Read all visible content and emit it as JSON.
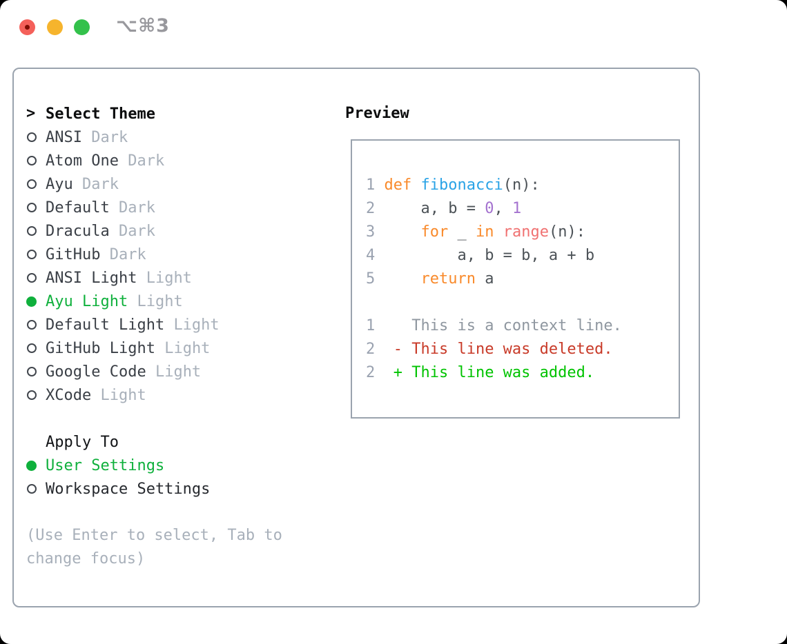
{
  "titlebar": {
    "title": "⌥⌘3"
  },
  "theme_panel": {
    "header": "Select Theme",
    "prompt": ">",
    "items": [
      {
        "label": "ANSI",
        "variant": "Dark",
        "selected": false
      },
      {
        "label": "Atom One",
        "variant": "Dark",
        "selected": false
      },
      {
        "label": "Ayu",
        "variant": "Dark",
        "selected": false
      },
      {
        "label": "Default",
        "variant": "Dark",
        "selected": false
      },
      {
        "label": "Dracula",
        "variant": "Dark",
        "selected": false
      },
      {
        "label": "GitHub",
        "variant": "Dark",
        "selected": false
      },
      {
        "label": "ANSI Light",
        "variant": "Light",
        "selected": false
      },
      {
        "label": "Ayu Light",
        "variant": "Light",
        "selected": true
      },
      {
        "label": "Default Light",
        "variant": "Light",
        "selected": false
      },
      {
        "label": "GitHub Light",
        "variant": "Light",
        "selected": false
      },
      {
        "label": "Google Code",
        "variant": "Light",
        "selected": false
      },
      {
        "label": "XCode",
        "variant": "Light",
        "selected": false
      }
    ]
  },
  "apply_to": {
    "header": "Apply To",
    "options": [
      {
        "label": "User Settings",
        "selected": true
      },
      {
        "label": "Workspace Settings",
        "selected": false
      }
    ]
  },
  "help_text": "(Use Enter to select, Tab to change focus)",
  "preview": {
    "title": "Preview",
    "code_lines": [
      {
        "num": "1",
        "tokens": [
          [
            " ",
            "pl"
          ],
          [
            "def",
            "kw"
          ],
          [
            " ",
            "pl"
          ],
          [
            "fibonacci",
            "fn"
          ],
          [
            "(n):",
            "pl"
          ]
        ]
      },
      {
        "num": "2",
        "tokens": [
          [
            "     a, b = ",
            "pl"
          ],
          [
            "0",
            "num"
          ],
          [
            ", ",
            "pl"
          ],
          [
            "1",
            "num"
          ]
        ]
      },
      {
        "num": "3",
        "tokens": [
          [
            "     ",
            "pl"
          ],
          [
            "for",
            "kw"
          ],
          [
            " _ ",
            "pl"
          ],
          [
            "in",
            "kw"
          ],
          [
            " ",
            "pl"
          ],
          [
            "range",
            "call"
          ],
          [
            "(n):",
            "pl"
          ]
        ]
      },
      {
        "num": "4",
        "tokens": [
          [
            "         a, b = b, a + b",
            "pl"
          ]
        ]
      },
      {
        "num": "5",
        "tokens": [
          [
            "     ",
            "pl"
          ],
          [
            "return",
            "kw"
          ],
          [
            " a",
            "pl"
          ]
        ]
      }
    ],
    "diff_lines": [
      {
        "num": "1",
        "text": "    This is a context line.",
        "type": "ctx"
      },
      {
        "num": "2",
        "text": "  - This line was deleted.",
        "type": "del"
      },
      {
        "num": "2",
        "text": "  + This line was added.",
        "type": "add"
      }
    ]
  },
  "colors": {
    "selected_green": "#0fb03c",
    "keyword_orange": "#f98a2b",
    "function_blue": "#2aa3e6",
    "call_coral": "#f07171",
    "number_purple": "#a472cf",
    "diff_red": "#c83a28",
    "diff_green": "#00c300",
    "border_gray": "#9aa3ae"
  }
}
